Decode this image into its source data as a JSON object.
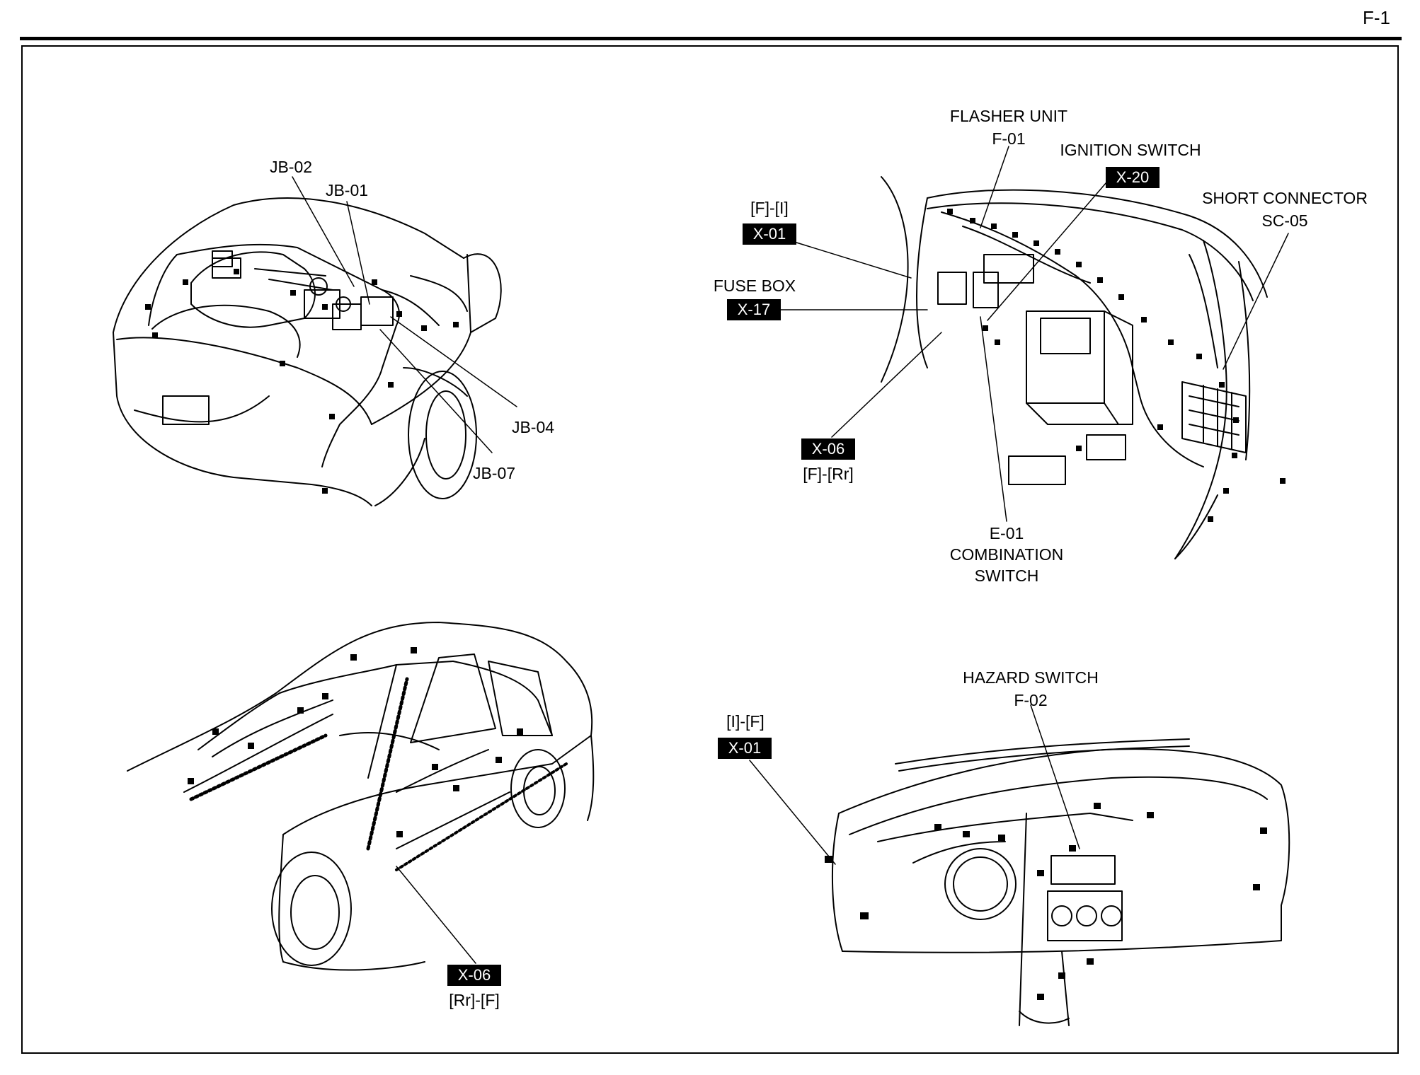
{
  "page_number": "F-1",
  "engine_bay": {
    "jb02": "JB-02",
    "jb01": "JB-01",
    "jb04": "JB-04",
    "jb07": "JB-07"
  },
  "instrument_area": {
    "flasher_unit_title": "FLASHER UNIT",
    "flasher_unit_code": "F-01",
    "ignition_switch_title": "IGNITION SWITCH",
    "ignition_switch_code": "X-20",
    "short_connector_title": "SHORT CONNECTOR",
    "short_connector_code": "SC-05",
    "x01_direction": "[F]-[I]",
    "x01_code": "X-01",
    "fuse_box_title": "FUSE BOX",
    "fuse_box_code": "X-17",
    "x06_code": "X-06",
    "x06_direction": "[F]-[Rr]",
    "combination_code": "E-01",
    "combination_line1": "COMBINATION",
    "combination_line2": "SWITCH"
  },
  "body_side": {
    "x06_code": "X-06",
    "x06_direction": "[Rr]-[F]"
  },
  "dashboard": {
    "hazard_switch_title": "HAZARD SWITCH",
    "hazard_switch_code": "F-02",
    "x01_direction": "[I]-[F]",
    "x01_code": "X-01"
  }
}
